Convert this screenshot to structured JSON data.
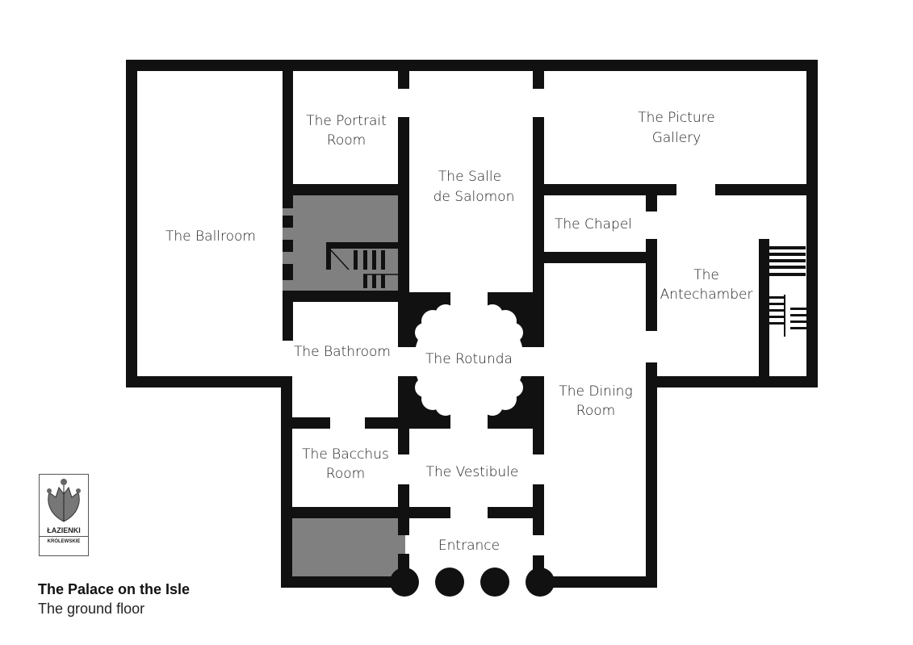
{
  "plan": {
    "colors": {
      "wall": "#111111",
      "shaded": "#808080",
      "background": "#ffffff"
    },
    "rooms": [
      {
        "id": "ballroom",
        "lines": [
          "The Ballroom"
        ]
      },
      {
        "id": "portrait",
        "lines": [
          "The Portrait",
          "Room"
        ]
      },
      {
        "id": "salle",
        "lines": [
          "The Salle",
          "de Salomon"
        ]
      },
      {
        "id": "picture",
        "lines": [
          "The Picture",
          "Gallery"
        ]
      },
      {
        "id": "chapel",
        "lines": [
          "The Chapel"
        ]
      },
      {
        "id": "antechamber",
        "lines": [
          "The",
          "Antechamber"
        ]
      },
      {
        "id": "bathroom",
        "lines": [
          "The Bathroom"
        ]
      },
      {
        "id": "rotunda",
        "lines": [
          "The Rotunda"
        ]
      },
      {
        "id": "dining",
        "lines": [
          "The Dining",
          "Room"
        ]
      },
      {
        "id": "bacchus",
        "lines": [
          "The Bacchus",
          "Room"
        ]
      },
      {
        "id": "vestibule",
        "lines": [
          "The Vestibule"
        ]
      },
      {
        "id": "entrance",
        "lines": [
          "Entrance"
        ]
      }
    ]
  },
  "logo": {
    "line1": "ŁAZIENKI",
    "line2": "KRÓLEWSKIE",
    "icon": "crown-leaf-icon"
  },
  "caption": {
    "title": "The Palace on the Isle",
    "subtitle": "The ground floor"
  }
}
